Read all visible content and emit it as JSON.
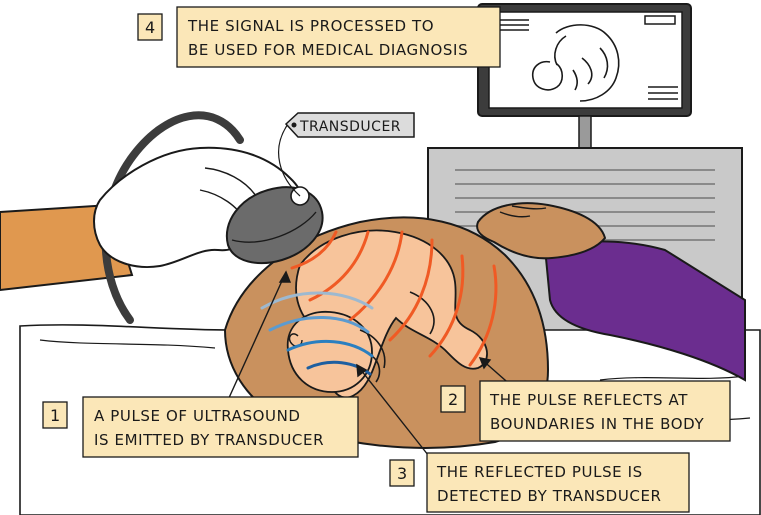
{
  "steps": [
    {
      "number": "1",
      "line1": "A PULSE OF ULTRASOUND",
      "line2": "IS EMITTED BY TRANSDUCER"
    },
    {
      "number": "2",
      "line1": "THE PULSE REFLECTS AT",
      "line2": "BOUNDARIES IN THE BODY"
    },
    {
      "number": "3",
      "line1": "THE REFLECTED PULSE IS",
      "line2": "DETECTED BY TRANSDUCER"
    },
    {
      "number": "4",
      "line1": "THE SIGNAL IS PROCESSED TO",
      "line2": "BE USED FOR MEDICAL DIAGNOSIS"
    }
  ],
  "transducer_label": "TRANSDUCER",
  "colors": {
    "label_fill": "#fbe7b8",
    "skin": "#c9915e",
    "fetus": "#f7c49b",
    "emitted_wave": "#f05a24",
    "reflected_wave": "#2a7fc0",
    "sleeve": "#6b2d8f",
    "glove": "#ffffff",
    "machine": "#c9c9c9"
  }
}
